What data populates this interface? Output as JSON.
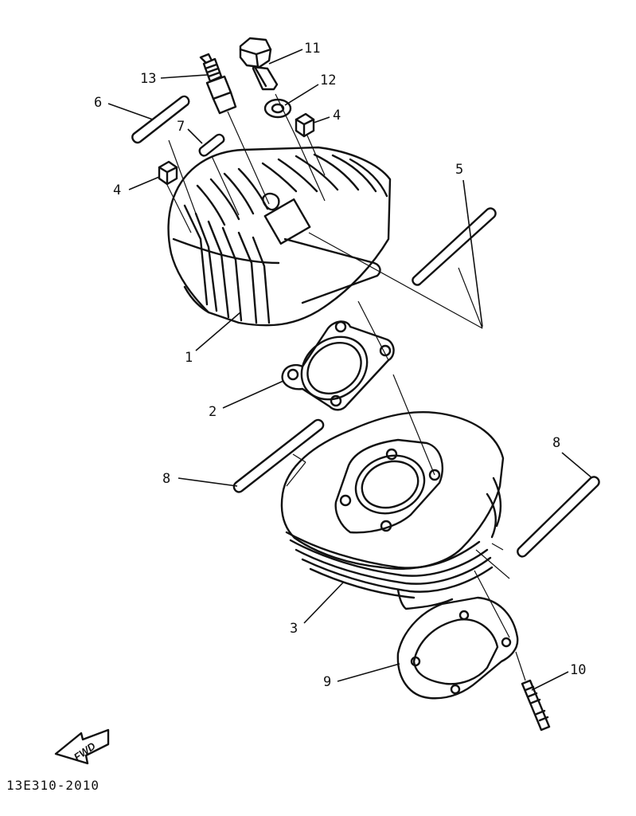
{
  "callouts": {
    "c1": "1",
    "c2": "2",
    "c3": "3",
    "c4a": "4",
    "c4b": "4",
    "c5": "5",
    "c6": "6",
    "c7": "7",
    "c8a": "8",
    "c8b": "8",
    "c9": "9",
    "c10": "10",
    "c11": "11",
    "c12": "12",
    "c13": "13"
  },
  "fwd_label": "FWD",
  "diagram_code": "13E310-2010"
}
